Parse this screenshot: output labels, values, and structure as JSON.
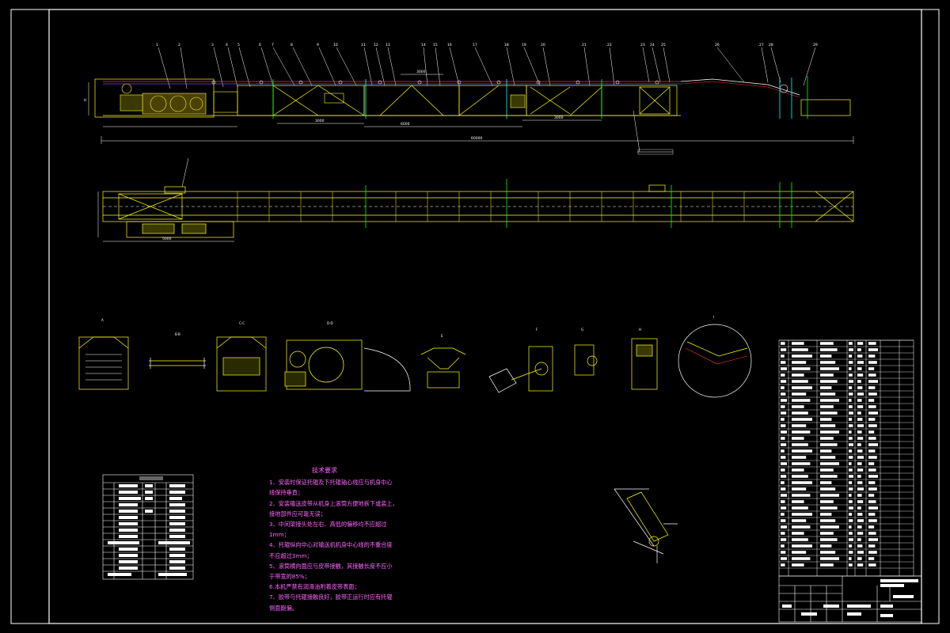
{
  "drawing": {
    "background": "#000000",
    "colors": {
      "border": "#ffffff",
      "yellow": "#ffff00",
      "white": "#ffffff",
      "cyan": "#00ffff",
      "green": "#00ff00",
      "red": "#ff3030",
      "blue": "#4060ff",
      "magenta": "#ff66ff"
    }
  },
  "technical_requirements": {
    "title": "技术要求",
    "lines": [
      "1、安装时保证托辊及下托辊轴心线应与机身中心",
      "线保持垂直；",
      "2、安装输送皮带从机身上滚筒方便地拆下或装上，",
      "接地部件应可靠无误；",
      "3、中间架接头处左右、高低的偏移均不应超过",
      "1mm；",
      "4、托辊纵向中心对输送机机身中心线的不重合度",
      "不应超过3mm；",
      "5、滚筒横向面应与皮带接触，其接触长度不应小",
      "于带宽的85%；",
      "6.本机严禁有润滑油附着皮带表面；",
      "7、胶带与托辊接触良好，胶带正运行时应有托辊",
      "侧面跑偏。"
    ]
  }
}
